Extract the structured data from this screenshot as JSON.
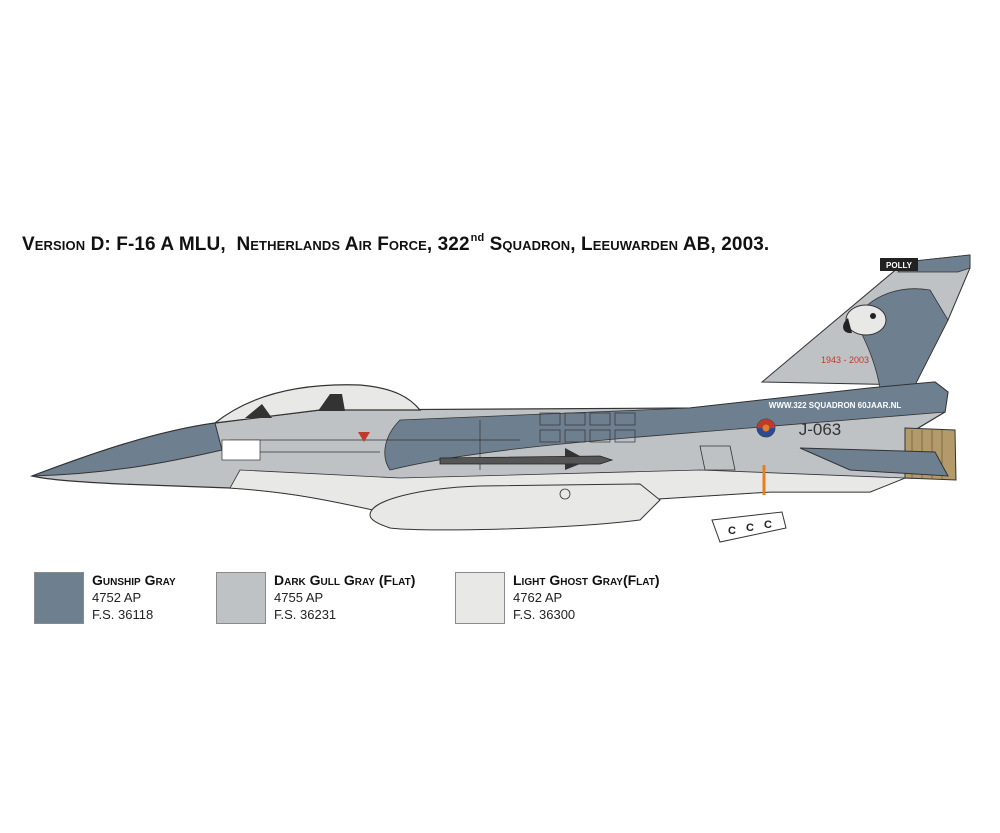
{
  "title": {
    "version": "Version D:",
    "model": "F-16 A MLU,",
    "force": "Netherlands Air Force, 322",
    "ordinal": "nd",
    "squadron": "Squadron, Leeuwarden AB, 2003."
  },
  "markings": {
    "tail_name": "POLLY",
    "tail_years": "1943 - 2003",
    "web_banner": "WWW.322 SQUADRON 60JAAR.NL",
    "serial": "J-063"
  },
  "colors": [
    {
      "name": "Gunship Gray",
      "ap": "4752 AP",
      "fs": "F.S. 36118",
      "hex": "#6e7f8f"
    },
    {
      "name": "Dark Gull Gray (Flat)",
      "ap": "4755 AP",
      "fs": "F.S. 36231",
      "hex": "#bec2c5"
    },
    {
      "name": "Light Ghost Gray(Flat)",
      "ap": "4762 AP",
      "fs": "F.S. 36300",
      "hex": "#e8e8e6"
    }
  ]
}
